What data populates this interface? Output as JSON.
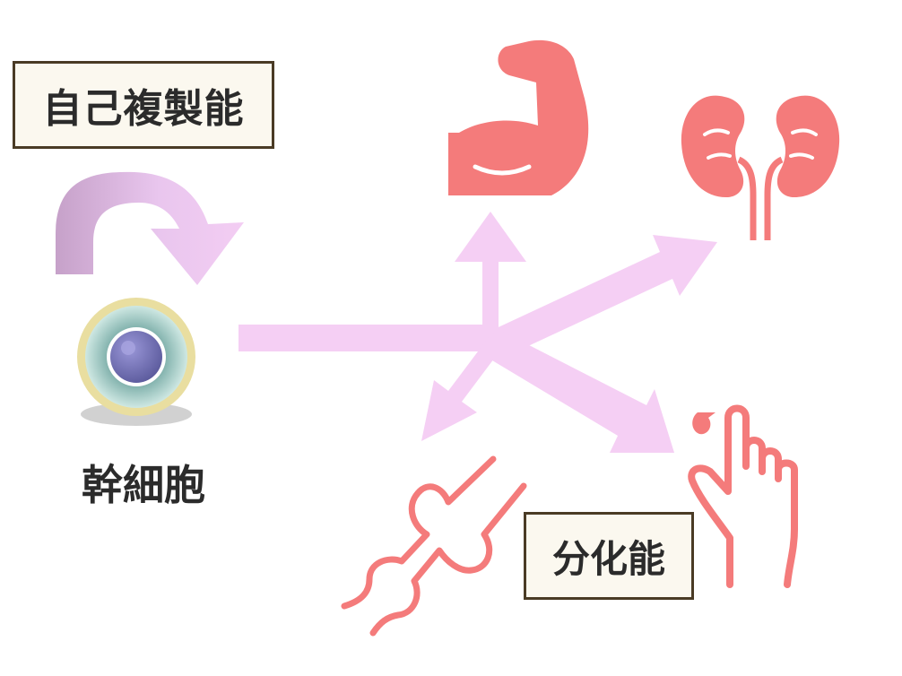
{
  "labels": {
    "self_renewal": "自己複製能",
    "stem_cell": "幹細胞",
    "differentiation": "分化能"
  },
  "icons": {
    "cell": "stem-cell-icon",
    "targets": [
      "muscle-icon",
      "kidney-icon",
      "finger-icon",
      "joint-bone-icon"
    ]
  },
  "colors": {
    "arrow_pink": "#f5cff4",
    "curved_arrow_dark": "#c8a3cb",
    "icon_coral": "#f47b7b",
    "box_border": "#4a3b25",
    "box_fill": "#fbf8ef",
    "text": "#2b2b2b"
  }
}
